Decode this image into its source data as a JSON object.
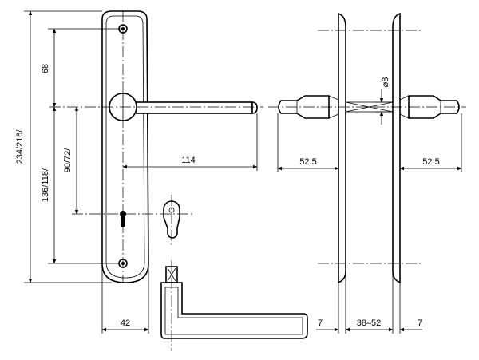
{
  "drawing": {
    "labels": {
      "height_total": "234/216/",
      "height_lower": "136/118/",
      "height_upper": "68",
      "height_mid": "90/72/",
      "lever_length": "114",
      "plate_width": "42",
      "lever_projection_left": "52.5",
      "lever_projection_right": "52.5",
      "spindle": "⌀8",
      "plate_thickness_left": "7",
      "door_thickness": "38–52",
      "plate_thickness_right": "7"
    },
    "colors": {
      "line": "#000000",
      "background": "#ffffff"
    }
  }
}
